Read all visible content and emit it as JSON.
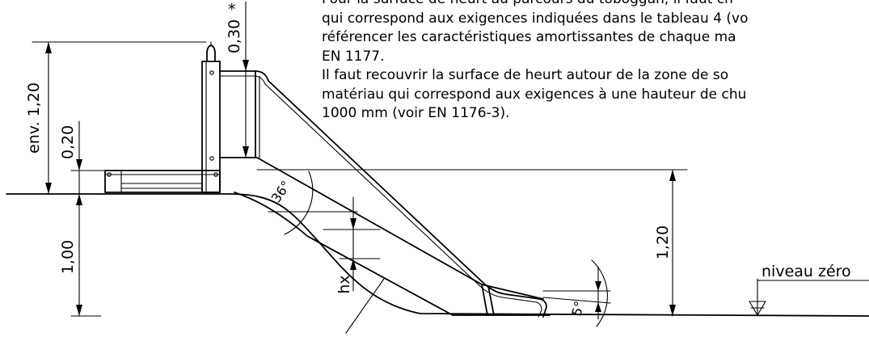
{
  "note": {
    "lines": [
      "Pour la surface de heurt au parcours du toboggan, il faut ch",
      "qui correspond aux exigences indiquées dans le tableau 4 (vo",
      "référencer les caractéristiques amortissantes de chaque ma",
      "EN 1177.",
      "Il faut recouvrir la surface de heurt autour de la zone de so",
      "matériau qui correspond aux exigences à une hauteur de chu",
      "1000 mm (voir EN 1176-3)."
    ]
  },
  "dimensions": {
    "env_height": "env. 1,20",
    "rail_height": "0,20",
    "mound_height": "1,00",
    "top_clearance": "0,30",
    "top_clearance_mark": "*",
    "angle_top": "36°",
    "hx": "hx",
    "slide_height": "1,20",
    "angle_bottom": "5°",
    "zero_level": "niveau zéro"
  }
}
